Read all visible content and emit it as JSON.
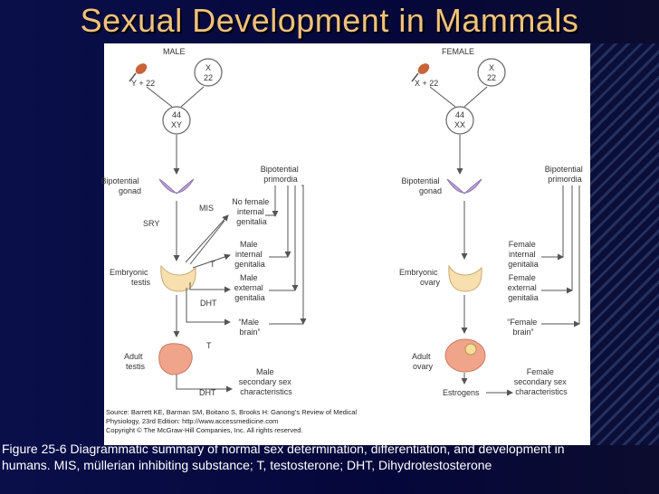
{
  "title": "Sexual Development in Mammals",
  "male": {
    "header": "MALE",
    "sperm_label": "Y + 22",
    "egg_top": "X",
    "egg_bottom": "22",
    "zygote_top": "44",
    "zygote_bottom": "XY",
    "bipotential_gonad": [
      "Bipotential",
      "gonad"
    ],
    "bipotential_primordia": [
      "Bipotential",
      "primordia"
    ],
    "mis": "MIS",
    "sry": "SRY",
    "no_female": [
      "No female",
      "internal",
      "genitalia"
    ],
    "male_internal": [
      "Male",
      "internal",
      "genitalia"
    ],
    "t1": "T",
    "embryonic_testis": [
      "Embryonic",
      "testis"
    ],
    "male_external": [
      "Male",
      "external",
      "genitalia"
    ],
    "dht1": "DHT",
    "male_brain": [
      "“Male",
      "brain”"
    ],
    "t2": "T",
    "adult_testis": [
      "Adult",
      "testis"
    ],
    "male_secondary": [
      "Male",
      "secondary sex",
      "characteristics"
    ],
    "dht2": "DHT"
  },
  "female": {
    "header": "FEMALE",
    "sperm_label": "X + 22",
    "egg_top": "X",
    "egg_bottom": "22",
    "zygote_top": "44",
    "zygote_bottom": "XX",
    "bipotential_gonad": [
      "Bipotential",
      "gonad"
    ],
    "bipotential_primordia": [
      "Bipotential",
      "primordia"
    ],
    "female_internal": [
      "Female",
      "internal",
      "genitalia"
    ],
    "embryonic_ovary": [
      "Embryonic",
      "ovary"
    ],
    "female_external": [
      "Female",
      "external",
      "genitalia"
    ],
    "female_brain": [
      "“Female",
      "brain”"
    ],
    "adult_ovary": [
      "Adult",
      "ovary"
    ],
    "estrogens": "Estrogens",
    "female_secondary": [
      "Female",
      "secondary sex",
      "characteristics"
    ]
  },
  "source": [
    "Source: Barrett KE, Barman SM, Boitano S, Brooks H: Ganong’s Review of Medical",
    "Physiology, 23rd Edition: http://www.accessmedicine.com",
    "Copyright © The McGraw-Hill Companies, Inc. All rights reserved."
  ],
  "caption": "Figure 25-6  Diagrammatic summary of normal sex determination, differentiation, and development in humans. MIS, müllerian inhibiting substance; T, testosterone; DHT, Dihydrotestosterone",
  "colors": {
    "title": "#f1c27a",
    "gonad": "#b9a2d6",
    "embryonic": "#f7dfae",
    "adult": "#f0a58a",
    "sperm": "#c9643a"
  }
}
